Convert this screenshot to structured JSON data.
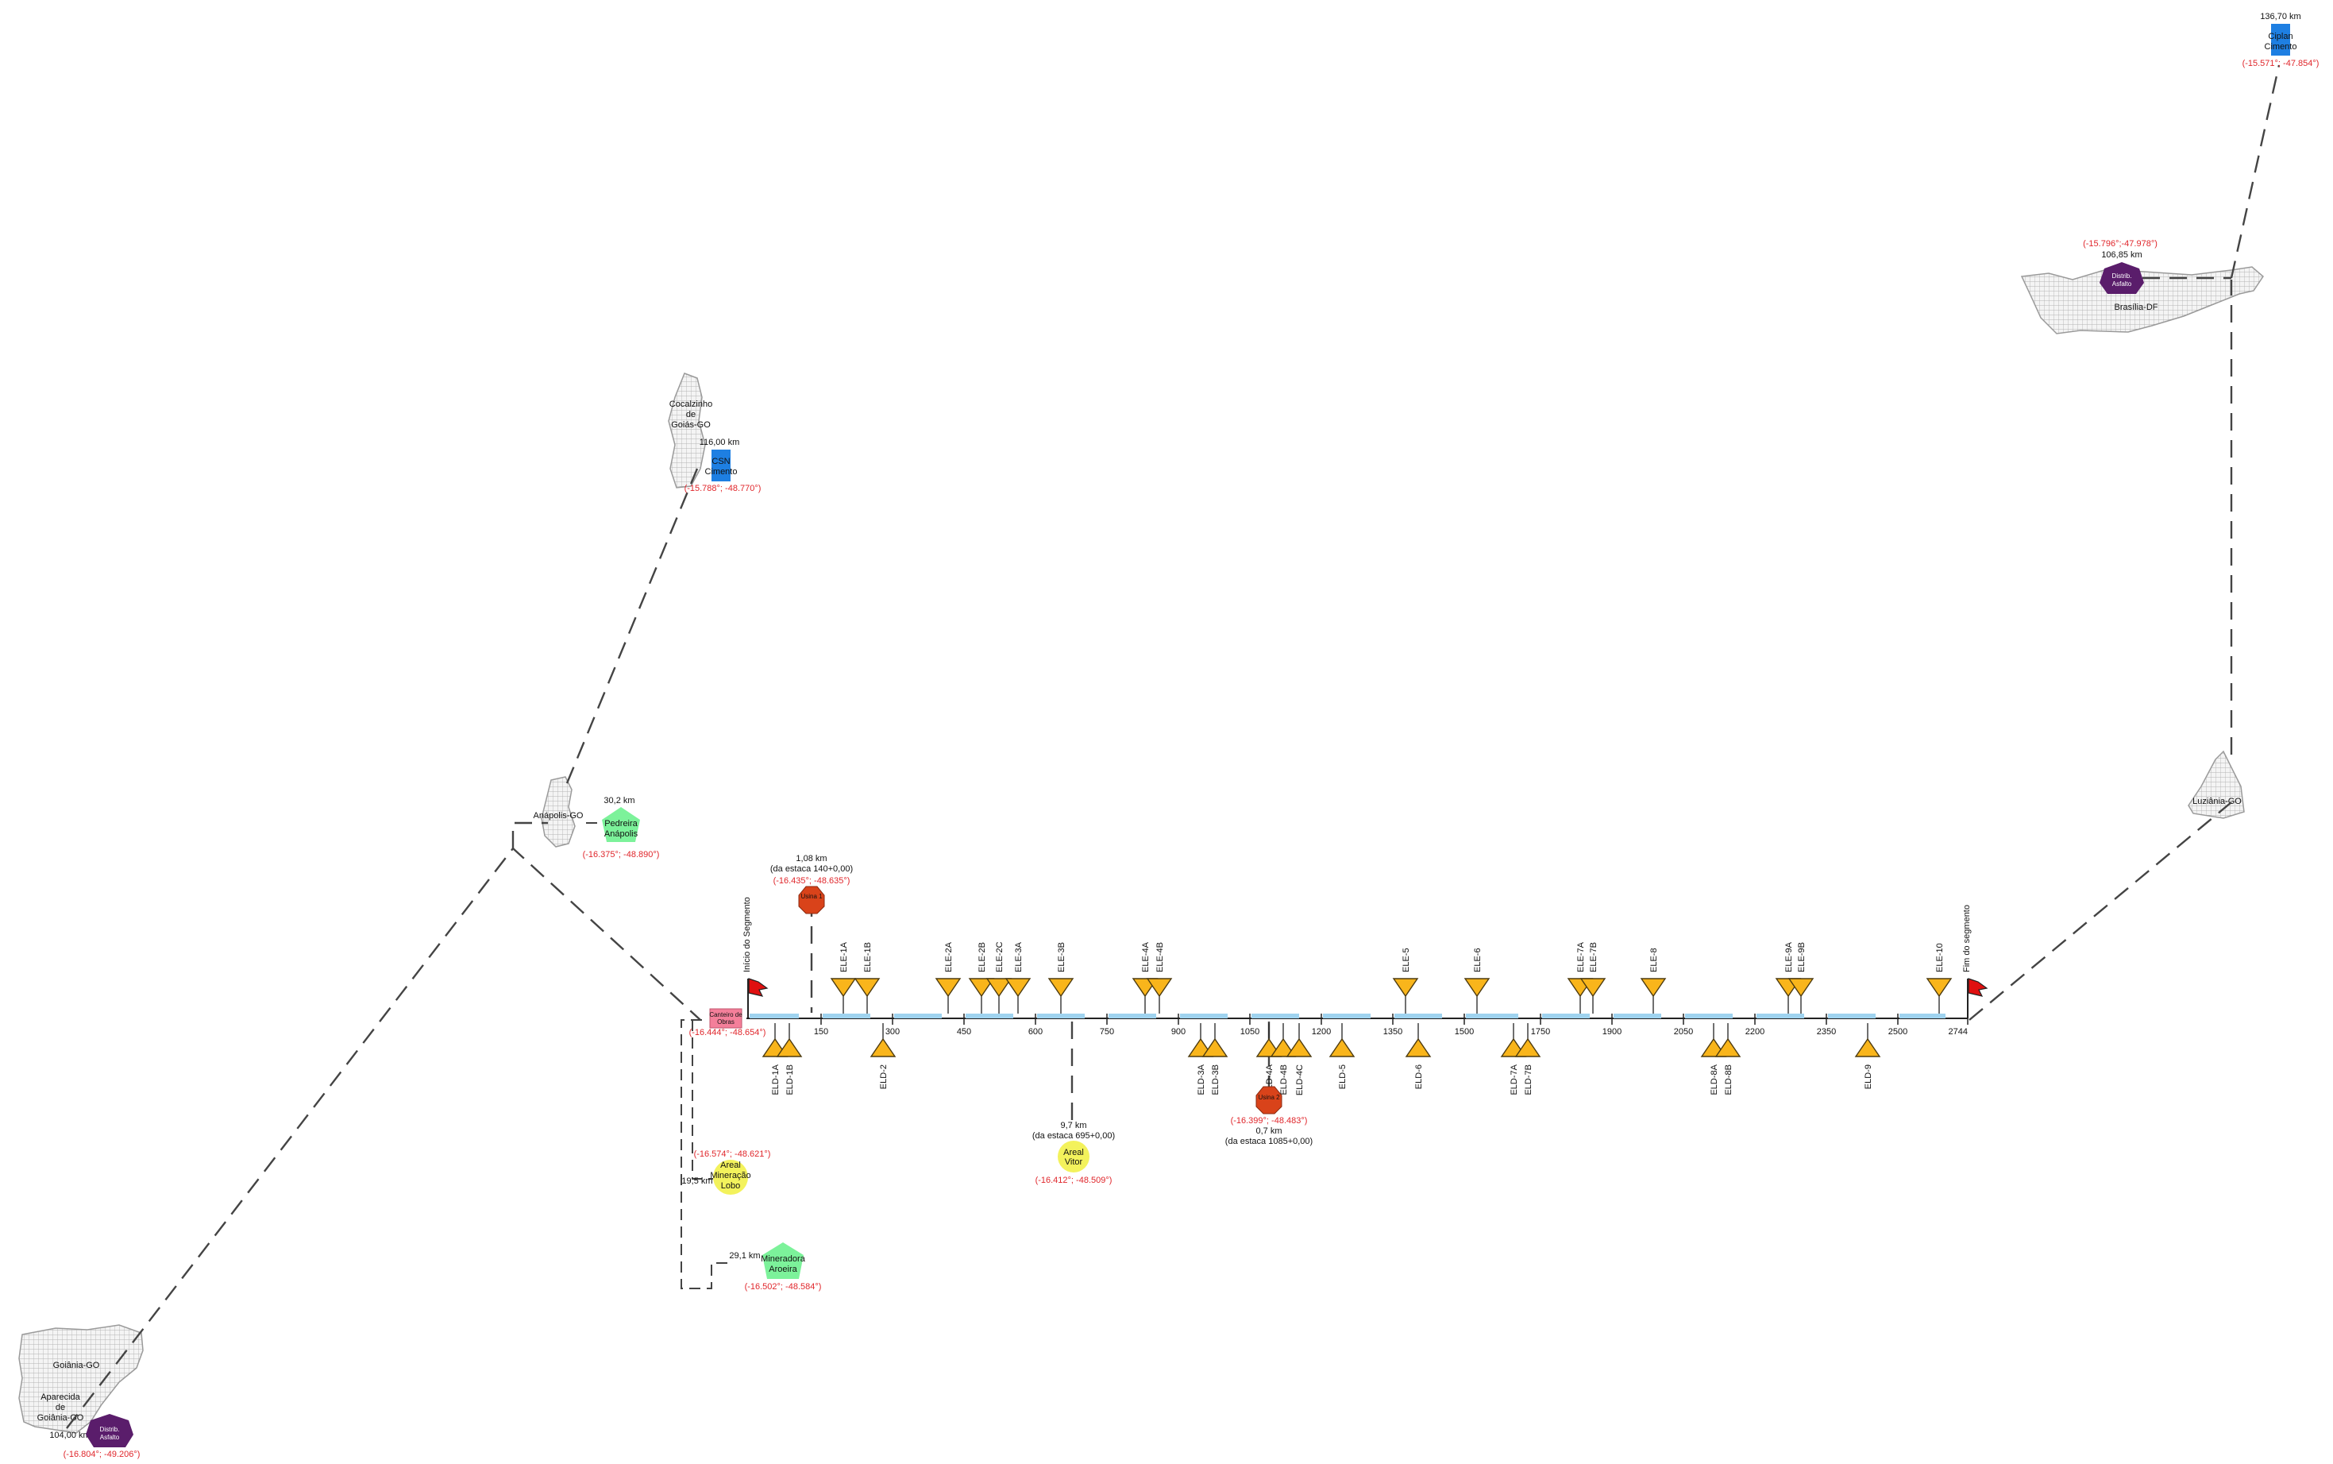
{
  "diagram": {
    "segment_start_label": "Início do Segmento",
    "segment_end_label": "Fim do segmento",
    "station_ticks": [
      "150",
      "300",
      "450",
      "600",
      "750",
      "900",
      "1050",
      "1200",
      "1350",
      "1500",
      "1750",
      "1900",
      "2050",
      "2200",
      "2350",
      "2500",
      "2744"
    ],
    "canteiro": {
      "label": "Canteiro de Obras",
      "coords": "(-16.444°; -48.654°)"
    },
    "ele_markers": [
      "ELE-1A",
      "ELE-1B",
      "ELE-2A",
      "ELE-2B",
      "ELE-2C",
      "ELE-3A",
      "ELE-3B",
      "ELE-4A",
      "ELE-4B",
      "ELE-5",
      "ELE-6",
      "ELE-7A",
      "ELE-7B",
      "ELE-8",
      "ELE-9A",
      "ELE-9B",
      "ELE-10"
    ],
    "eld_markers": [
      "ELD-1A",
      "ELD-1B",
      "ELD-2",
      "ELD-3A",
      "ELD-3B",
      "ELD-4A",
      "ELD-4B",
      "ELD-4C",
      "ELD-5",
      "ELD-6",
      "ELD-7A",
      "ELD-7B",
      "ELD-8A",
      "ELD-8B",
      "ELD-9"
    ],
    "cities": {
      "goiania": "Goiânia-GO",
      "aparecida": [
        "Aparecida",
        "de",
        "Goiânia-GO"
      ],
      "anapolis": "Anápolis-GO",
      "cocalzinho": [
        "Cocalzinho",
        "de",
        "Goiás-GO"
      ],
      "brasilia": "Brasília-DF",
      "luziania": "Luziânia-GO"
    },
    "sources": {
      "usina1": {
        "label": "Usina 1",
        "dist": "1,08 km",
        "note": "(da estaca 140+0,00)",
        "coords": "(-16.435°; -48.635°)"
      },
      "usina2": {
        "label": "Usina 2",
        "dist": "0,7 km",
        "note": "(da estaca 1085+0,00)",
        "coords": "(-16.399°; -48.483°)"
      },
      "areal_vitor": {
        "label": [
          "Areal",
          "Vitor"
        ],
        "dist": "9,7 km",
        "note": "(da estaca 695+0,00)",
        "coords": "(-16.412°; -48.509°)"
      },
      "areal_lobo": {
        "label": [
          "Areal",
          "Mineração",
          "Lobo"
        ],
        "dist": "19,5 km",
        "coords": "(-16.574°; -48.621°)"
      },
      "mineradora_aroeira": {
        "label": [
          "Mineradora",
          "Aroeira"
        ],
        "dist": "29,1 km",
        "coords": "(-16.502°; -48.584°)"
      },
      "pedreira_anapolis": {
        "label": [
          "Pedreira",
          "Anápolis"
        ],
        "dist": "30,2 km",
        "coords": "(-16.375°; -48.890°)"
      },
      "csn_cimento": {
        "label": [
          "CSN",
          "Cimento"
        ],
        "dist": "116,00 km",
        "coords": "(-15.788°; -48.770°)"
      },
      "ciplan": {
        "label": [
          "Ciplan",
          "Cimento"
        ],
        "dist": "136,70 km",
        "coords": "(-15.571°; -47.854°)"
      },
      "distrib_brasilia": {
        "label": [
          "Distrib.",
          "Asfalto"
        ],
        "dist": "106,85 km",
        "coords": "(-15.796°;-47.978°)"
      },
      "distrib_goiania": {
        "label": [
          "Distrib.",
          "Asfalto"
        ],
        "dist": "104,00 km",
        "coords": "(-16.804°; -49.206°)"
      }
    },
    "colors": {
      "segment": "#9fd3ef",
      "marker": "#f9b51b",
      "usina": "#d9431a",
      "areal": "#f3f25c",
      "pedreira": "#7cf29a",
      "cimento": "#1e7fe2",
      "asfalto": "#5a1d6b",
      "canteiro": "#f47f9a",
      "flag": "#e01010",
      "coords": "#e0262b"
    }
  }
}
